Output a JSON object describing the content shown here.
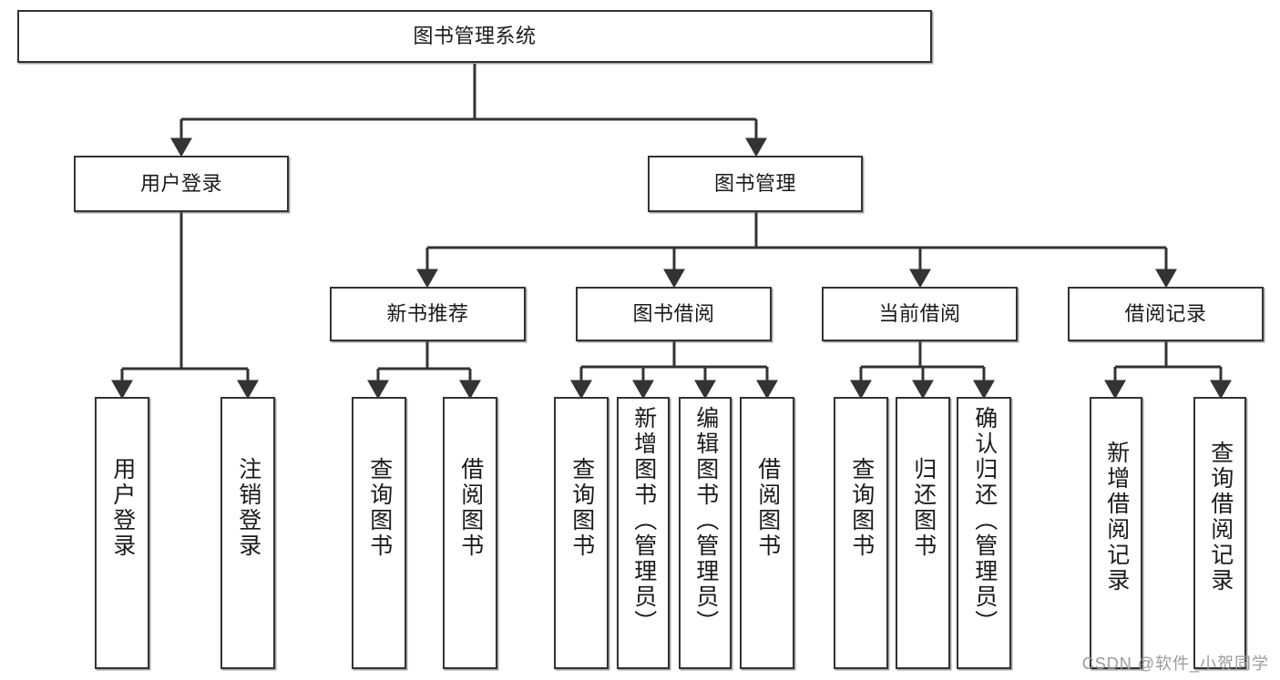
{
  "diagram": {
    "title": "图书管理系统",
    "type": "tree-hierarchy",
    "root": {
      "label": "图书管理系统"
    },
    "level2": [
      {
        "label": "用户登录"
      },
      {
        "label": "图书管理"
      }
    ],
    "level3": [
      {
        "label": "新书推荐"
      },
      {
        "label": "图书借阅"
      },
      {
        "label": "当前借阅"
      },
      {
        "label": "借阅记录"
      }
    ],
    "leaves": {
      "user_login": [
        {
          "label": "用户登录"
        },
        {
          "label": "注销登录"
        }
      ],
      "new_book_recommend": [
        {
          "label": "查询图书"
        },
        {
          "label": "借阅图书"
        }
      ],
      "book_borrow": [
        {
          "label": "查询图书"
        },
        {
          "label": "新增图书（管理员）"
        },
        {
          "label": "编辑图书（管理员）"
        },
        {
          "label": "借阅图书"
        }
      ],
      "current_borrow": [
        {
          "label": "查询图书"
        },
        {
          "label": "归还图书"
        },
        {
          "label": "确认归还（管理员）"
        }
      ],
      "borrow_record": [
        {
          "label": "新增借阅记录"
        },
        {
          "label": "查询借阅记录"
        }
      ]
    }
  },
  "watermark": {
    "text": "CSDN @软件_小贺同学"
  },
  "colors": {
    "stroke": "#333333",
    "node_fill": "#ffffff",
    "text": "#1a1a1a",
    "watermark": "#9a9a9a"
  }
}
